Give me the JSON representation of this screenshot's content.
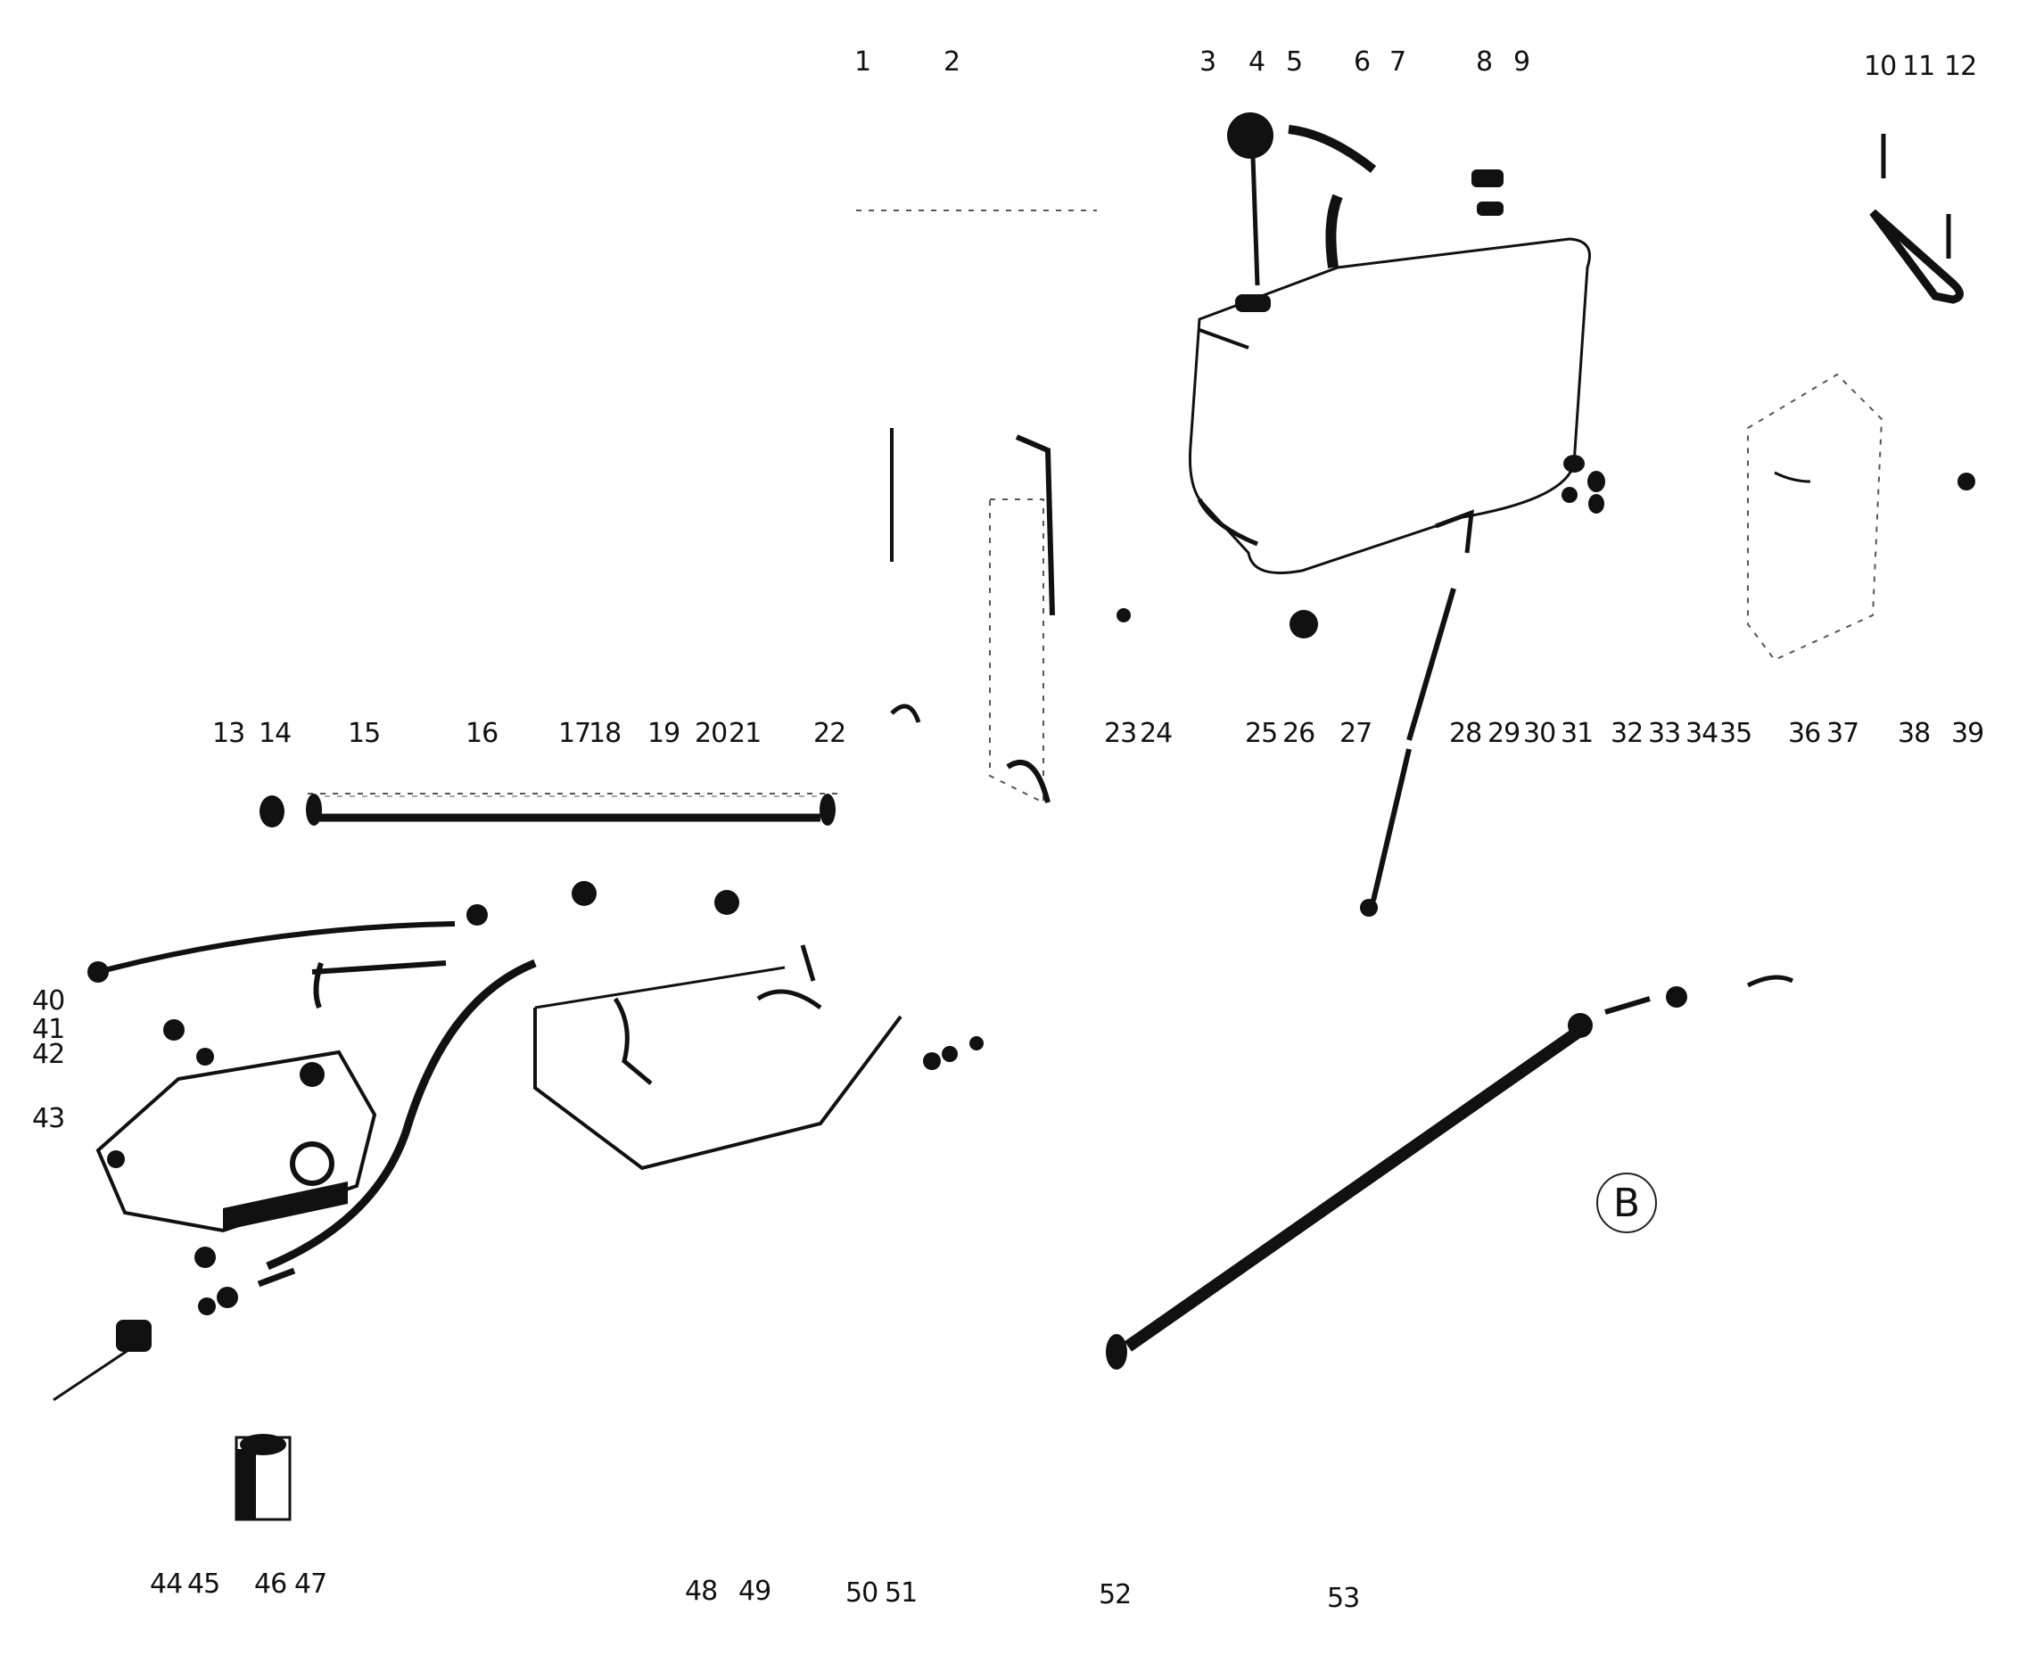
{
  "diagram": {
    "sheet_marker": "B",
    "callouts": {
      "top_row_1": [
        "1",
        "2",
        "3",
        "4",
        "5",
        "6",
        "7",
        "8",
        "9",
        "10",
        "11",
        "12"
      ],
      "middle_row": [
        "13",
        "14",
        "15",
        "16",
        "17",
        "18",
        "19",
        "20",
        "21",
        "22",
        "23",
        "24",
        "25",
        "26",
        "27",
        "28",
        "29",
        "30",
        "31",
        "32",
        "33",
        "34",
        "35",
        "36",
        "37",
        "38",
        "39"
      ],
      "left_column": [
        "40",
        "41",
        "42",
        "43"
      ],
      "bottom_row": [
        "44",
        "45",
        "46",
        "47",
        "48",
        "49",
        "50",
        "51",
        "52",
        "53"
      ]
    }
  }
}
